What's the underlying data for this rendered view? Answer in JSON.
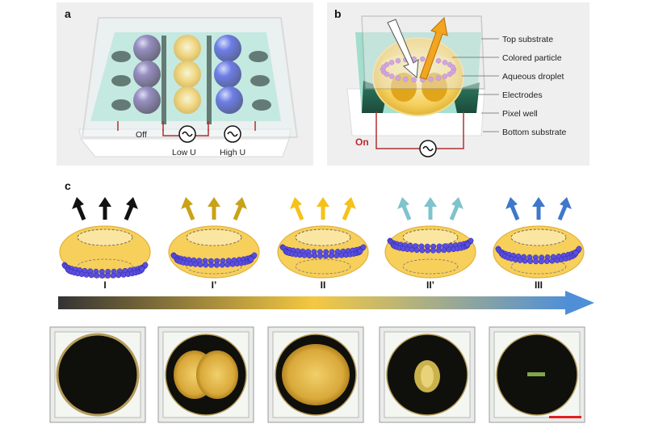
{
  "panel_a": {
    "letter": "a",
    "labels": {
      "off": "Off",
      "low": "Low U",
      "high": "High U"
    }
  },
  "panel_b": {
    "letter": "b",
    "on_label": "On",
    "callouts": [
      "Top substrate",
      "Colored particle",
      "Aqueous droplet",
      "Electrodes",
      "Pixel well",
      "Bottom substrate"
    ]
  },
  "panel_c": {
    "letter": "c",
    "states": [
      {
        "label": "I",
        "arrow_color": "#111111"
      },
      {
        "label": "I’",
        "arrow_color": "#c9a21a"
      },
      {
        "label": "II",
        "arrow_color": "#f4c21a"
      },
      {
        "label": "II’",
        "arrow_color": "#7fc3cc"
      },
      {
        "label": "III",
        "arrow_color": "#3f77c9"
      }
    ],
    "gradient_colors": [
      "#333333",
      "#f4c842",
      "#4f8fd8"
    ]
  },
  "colors": {
    "gold": "#f5c542",
    "purple_particle": "#6a55d8",
    "blue_pixel": "#2d3fe0",
    "electrode_red": "#b03030",
    "scale_bar": "#e02020"
  }
}
